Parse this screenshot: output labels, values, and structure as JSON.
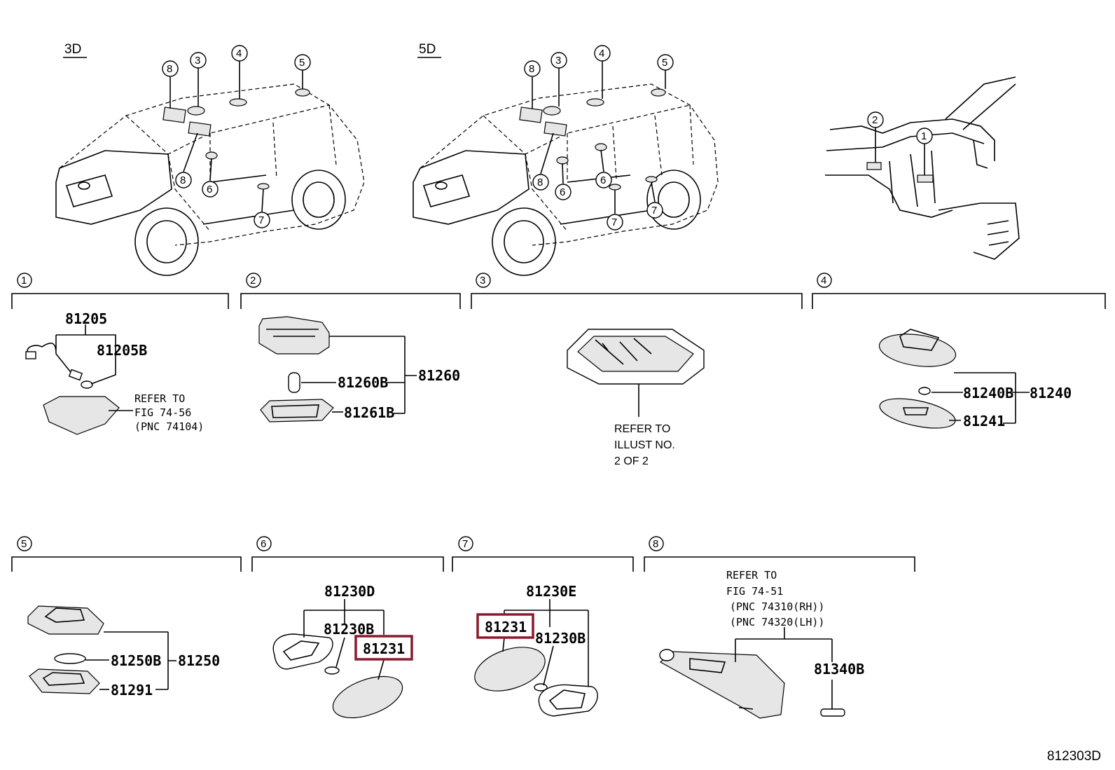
{
  "views": {
    "three_door": "3D",
    "five_door": "5D"
  },
  "diagram_id": "812303D",
  "section_numbers": [
    "1",
    "2",
    "3",
    "4",
    "5",
    "6",
    "7",
    "8"
  ],
  "callouts": {
    "car3d": [
      "8",
      "3",
      "4",
      "5",
      "8",
      "6",
      "7"
    ],
    "car5d": [
      "8",
      "3",
      "4",
      "5",
      "8",
      "6",
      "6",
      "7",
      "7"
    ],
    "dash": [
      "2",
      "1"
    ]
  },
  "sec1": {
    "parts": [
      "81205",
      "81205B"
    ],
    "refer": [
      "REFER TO",
      "FIG 74-56",
      "(PNC 74104)"
    ]
  },
  "sec2": {
    "parts": [
      "81260B",
      "81260",
      "81261B"
    ]
  },
  "sec3": {
    "refer": [
      "REFER TO",
      "ILLUST NO.",
      "2 OF 2"
    ]
  },
  "sec4": {
    "parts": [
      "81240B",
      "81240",
      "81241"
    ]
  },
  "sec5": {
    "parts": [
      "81250B",
      "81250",
      "81291"
    ]
  },
  "sec6": {
    "parts": [
      "81230D",
      "81230B",
      "81231"
    ]
  },
  "sec7": {
    "parts": [
      "81230E",
      "81231",
      "81230B"
    ]
  },
  "sec8": {
    "refer": [
      "REFER TO",
      "FIG 74-51",
      "(PNC 74310(RH))",
      "(PNC 74320(LH))"
    ],
    "parts": [
      "81340B"
    ]
  },
  "highlight_color": "#8b1a2b"
}
